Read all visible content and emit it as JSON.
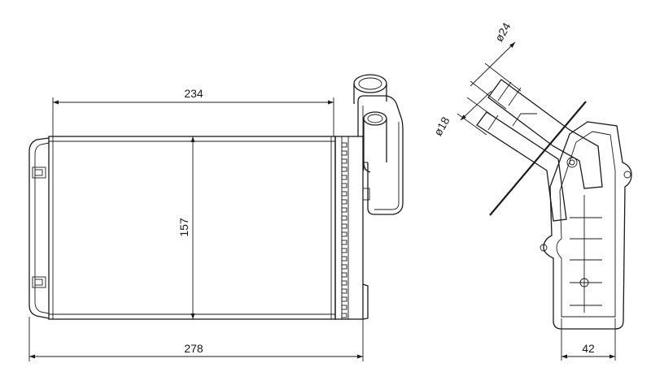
{
  "front_view": {
    "width_core": "234",
    "height_core": "157",
    "width_overall": "278"
  },
  "side_view": {
    "outlet_diameter": "ø24",
    "inlet_diameter": "ø18",
    "depth": "42"
  },
  "colors": {
    "line": "#1a1a1a",
    "background": "#ffffff"
  }
}
